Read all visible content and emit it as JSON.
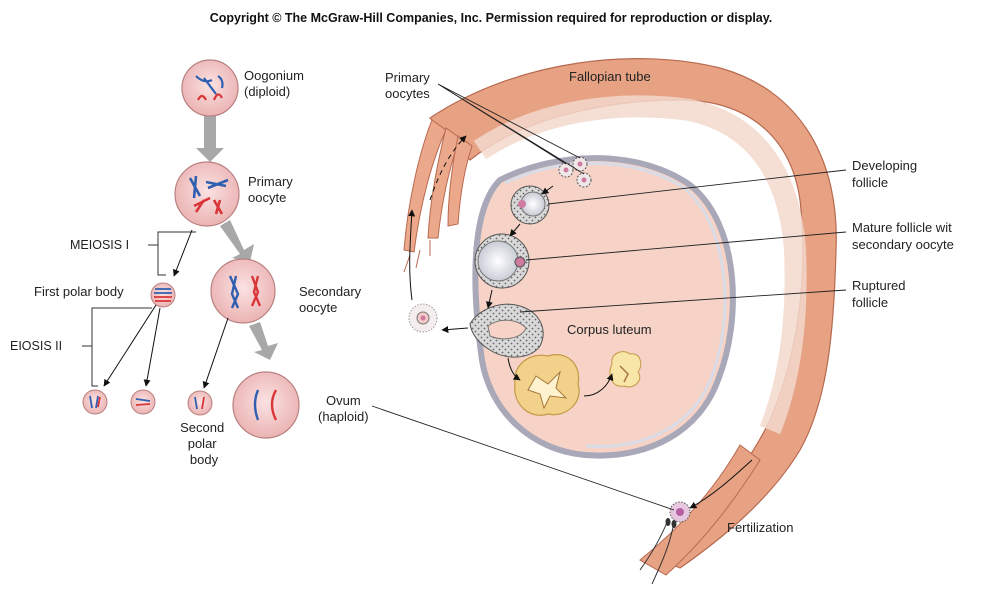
{
  "copyright": "Copyright © The McGraw-Hill Companies, Inc. Permission required for reproduction or display.",
  "left_panel": {
    "oogonium": [
      "Oogonium",
      "(diploid)"
    ],
    "primary_oocyte": [
      "Primary",
      "oocyte"
    ],
    "meiosis_1": "MEIOSIS I",
    "meiosis_2": "EIOSIS II",
    "first_polar_body": "First polar body",
    "secondary_oocyte": [
      "Secondary",
      "oocyte"
    ],
    "second_polar_body": [
      "Second",
      "polar",
      "body"
    ],
    "ovum": [
      "Ovum",
      "(haploid)"
    ]
  },
  "right_panel": {
    "primary_oocytes": [
      "Primary",
      "oocytes"
    ],
    "fallopian_tube": "Fallopian tube",
    "developing_follicle": [
      "Developing",
      "follicle"
    ],
    "mature_follicle": [
      "Mature follicle wit",
      "secondary oocyte"
    ],
    "ruptured_follicle": [
      "Ruptured",
      "follicle"
    ],
    "corpus_luteum": "Corpus luteum",
    "fertilization": "Fertilization"
  },
  "colors": {
    "cell_fill": "#f4c9c9",
    "chromosome_blue": "#2f5fb0",
    "chromosome_red": "#d9363a",
    "tube": "#e7a284",
    "ovary": "#f6d3c6",
    "corpus_luteum": "#f2d28a",
    "arrow_gray": "#a8a8a8"
  }
}
